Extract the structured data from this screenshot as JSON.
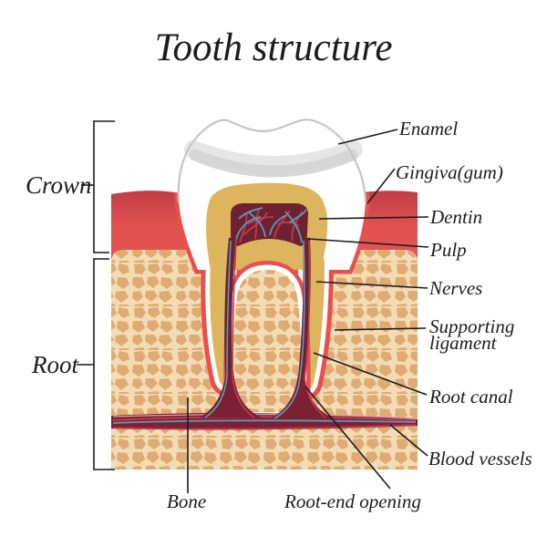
{
  "title": "Tooth structure",
  "section_labels": {
    "crown": "Crown",
    "root": "Root"
  },
  "part_labels": {
    "enamel": "Enamel",
    "gingiva": "Gingiva(gum)",
    "dentin": "Dentin",
    "pulp": "Pulp",
    "nerves": "Nerves",
    "supporting_ligament": "Supporting ligament",
    "root_canal": "Root canal",
    "blood_vessels": "Blood vessels",
    "bone": "Bone",
    "root_end_opening": "Root-end opening"
  },
  "colors": {
    "background": "#ffffff",
    "text": "#1c1c1c",
    "enamel": "#ffffff",
    "enamel_shadow": "#d4d4d4",
    "dentin": "#dcb55e",
    "pulp": "#6e2130",
    "gum": "#e2534f",
    "gum_dark": "#c23d47",
    "ligament": "#e8504e",
    "bone_stone": "#e0aa73",
    "bone_mortar": "#f2dcb4",
    "vessel_band": "#7c2033",
    "artery_red": "#c03a50",
    "nerve_blue": "#5b9bb8"
  }
}
